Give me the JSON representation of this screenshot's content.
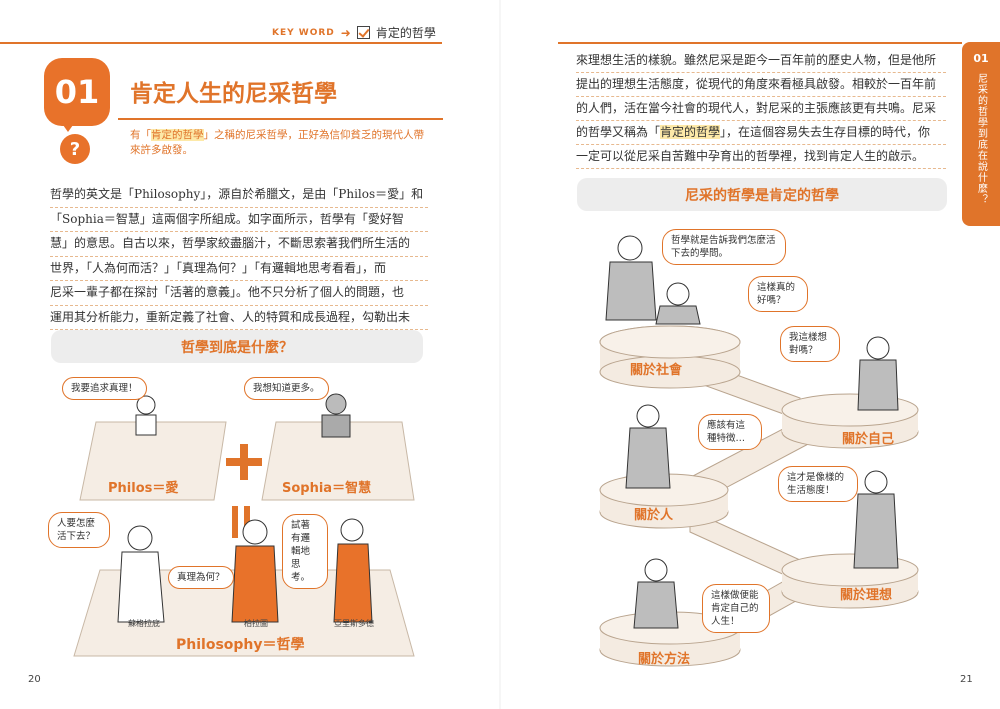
{
  "keyword": {
    "tag": "KEY WORD",
    "text": "肯定的哲學"
  },
  "chapter_number": "01",
  "question_mark": "?",
  "title": "肯定人生的尼采哲學",
  "subtitle": {
    "prefix": "有「",
    "highlight": "肯定的哲學",
    "suffix": "」之稱的尼采哲學，正好為信仰貧乏的現代人帶來許多啟發。"
  },
  "left_body": [
    "哲學的英文是「Philosophy」，源自於希臘文，是由「Philos＝愛」和",
    "「Sophia＝智慧」這兩個字所組成。如字面所示，哲學有「愛好智",
    "慧」的意思。自古以來，哲學家絞盡腦汁，不斷思索著我們所生活的",
    "世界，「人為何而活？」「真理為何？」「有邏輯地思考看看」，而",
    "尼采一輩子都在探討「活著的意義」。他不只分析了個人的問題，也",
    "運用其分析能力，重新定義了社會、人的特質和成長過程，勾勒出未"
  ],
  "left_section_title": "哲學到底是什麼？",
  "left_diagram": {
    "bubble_truth": "我要追求真理！",
    "bubble_know": "我想知道更多。",
    "philos": "Philos＝愛",
    "sophia": "Sophia＝智慧",
    "plus": "+",
    "equals": "‖",
    "bubble_how": "人要怎麼活下去？",
    "bubble_truth_what": "真理為何？",
    "bubble_logic": "試著有邏輯地思考。",
    "caption_socrates": "蘇格拉底",
    "caption_plato": "柏拉圖",
    "caption_aristotle": "亞里斯多德",
    "philosophy": "Philosophy＝哲學"
  },
  "left_page_number": "20",
  "right_body": [
    {
      "pre": "來理想生活的樣貌。雖然尼采是距今一百年前的歷史人物，但是他所",
      "hl": "",
      "post": ""
    },
    {
      "pre": "提出的理想生活態度，從現代的角度來看極具啟發。相較於一百年前",
      "hl": "",
      "post": ""
    },
    {
      "pre": "的人們，活在當今社會的現代人，對尼采的主張應該更有共鳴。尼采",
      "hl": "",
      "post": ""
    },
    {
      "pre": "的哲學又稱為「",
      "hl": "肯定的哲學",
      "post": "」，在這個容易失去生存目標的時代，你"
    },
    {
      "pre": "一定可以從尼采自苦難中孕育出的哲學裡，找到肯定人生的啟示。",
      "hl": "",
      "post": ""
    }
  ],
  "side_tab": {
    "number": "01",
    "text": "尼采的哲學到底在說什麼？"
  },
  "right_section_title": "尼采的哲學是肯定的哲學",
  "right_diagram": {
    "bubble1": "哲學就是告訴我們怎麼活下去的學問。",
    "bubble2": "這樣真的好嗎？",
    "bubble3": "我這樣想對嗎？",
    "bubble4": "應該有這種特徵…",
    "bubble5": "這才是像樣的生活態度！",
    "bubble6": "這樣做便能肯定自己的人生！",
    "disc_society": "關於社會",
    "disc_self": "關於自己",
    "disc_people": "關於人",
    "disc_ideal": "關於理想",
    "disc_method": "關於方法"
  },
  "right_page_number": "21",
  "colors": {
    "accent": "#e0742a",
    "highlight": "#fde9a8",
    "panel": "#ededed"
  }
}
